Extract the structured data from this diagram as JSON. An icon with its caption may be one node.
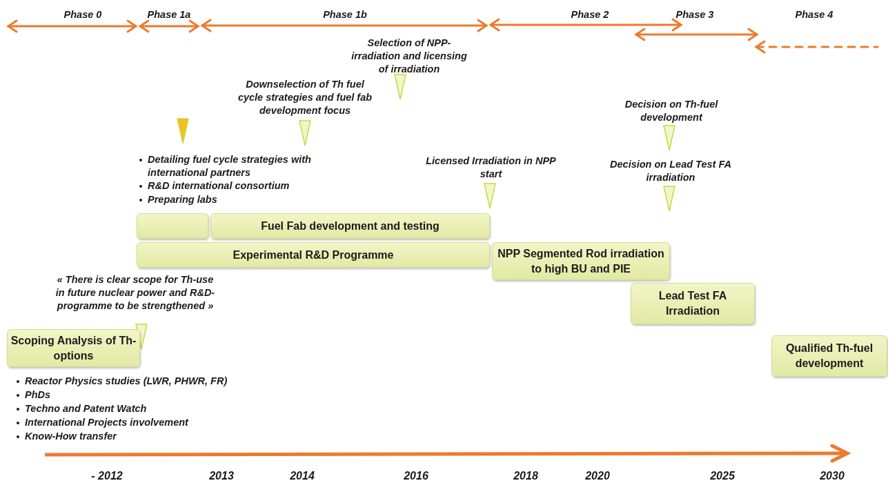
{
  "diagram": {
    "nodes": [
      {
        "text": [],
        "shape": "bar"
      },
      {
        "text": [
          "Fuel Fab development and testing"
        ]
      },
      {
        "text": [
          "Experimental R&D Programme"
        ]
      },
      {
        "text": [
          "NPP Segmented Rod irradiation to high BU and PIE"
        ]
      },
      {
        "text": [
          "Lead Test FA Irradiation"
        ]
      },
      {
        "text": [
          "Scoping Analysis of Th-options"
        ]
      },
      {
        "text": [
          "Qualified Th-fuel development"
        ]
      }
    ],
    "labels": [
      "Phase 0",
      "Phase 1a",
      "Phase 1b",
      "Phase 2",
      "Phase 3",
      "Phase 4",
      "Selection of NPP-irradiation and licensing of irradiation",
      "Downselection of Th fuel cycle strategies and fuel fab development focus",
      "Decision on Th-fuel development",
      "Detailing fuel cycle strategies with international partners",
      "Licensed Irradiation in NPP start",
      "Decision on Lead Test FA irradiation",
      "R&D international consortium",
      "Preparing labs",
      "« There is clear scope for Th-use in future nuclear power and R&D-programme to be strengthened »",
      "Reactor Physics studies (LWR, PHWR, FR)",
      "PhDs",
      "Techno and Patent Watch",
      "International Projects involvement",
      "Know-How transfer",
      "- 2012",
      "2013",
      "2014",
      "2016",
      "2018",
      "2020",
      "2025",
      "2030"
    ]
  }
}
